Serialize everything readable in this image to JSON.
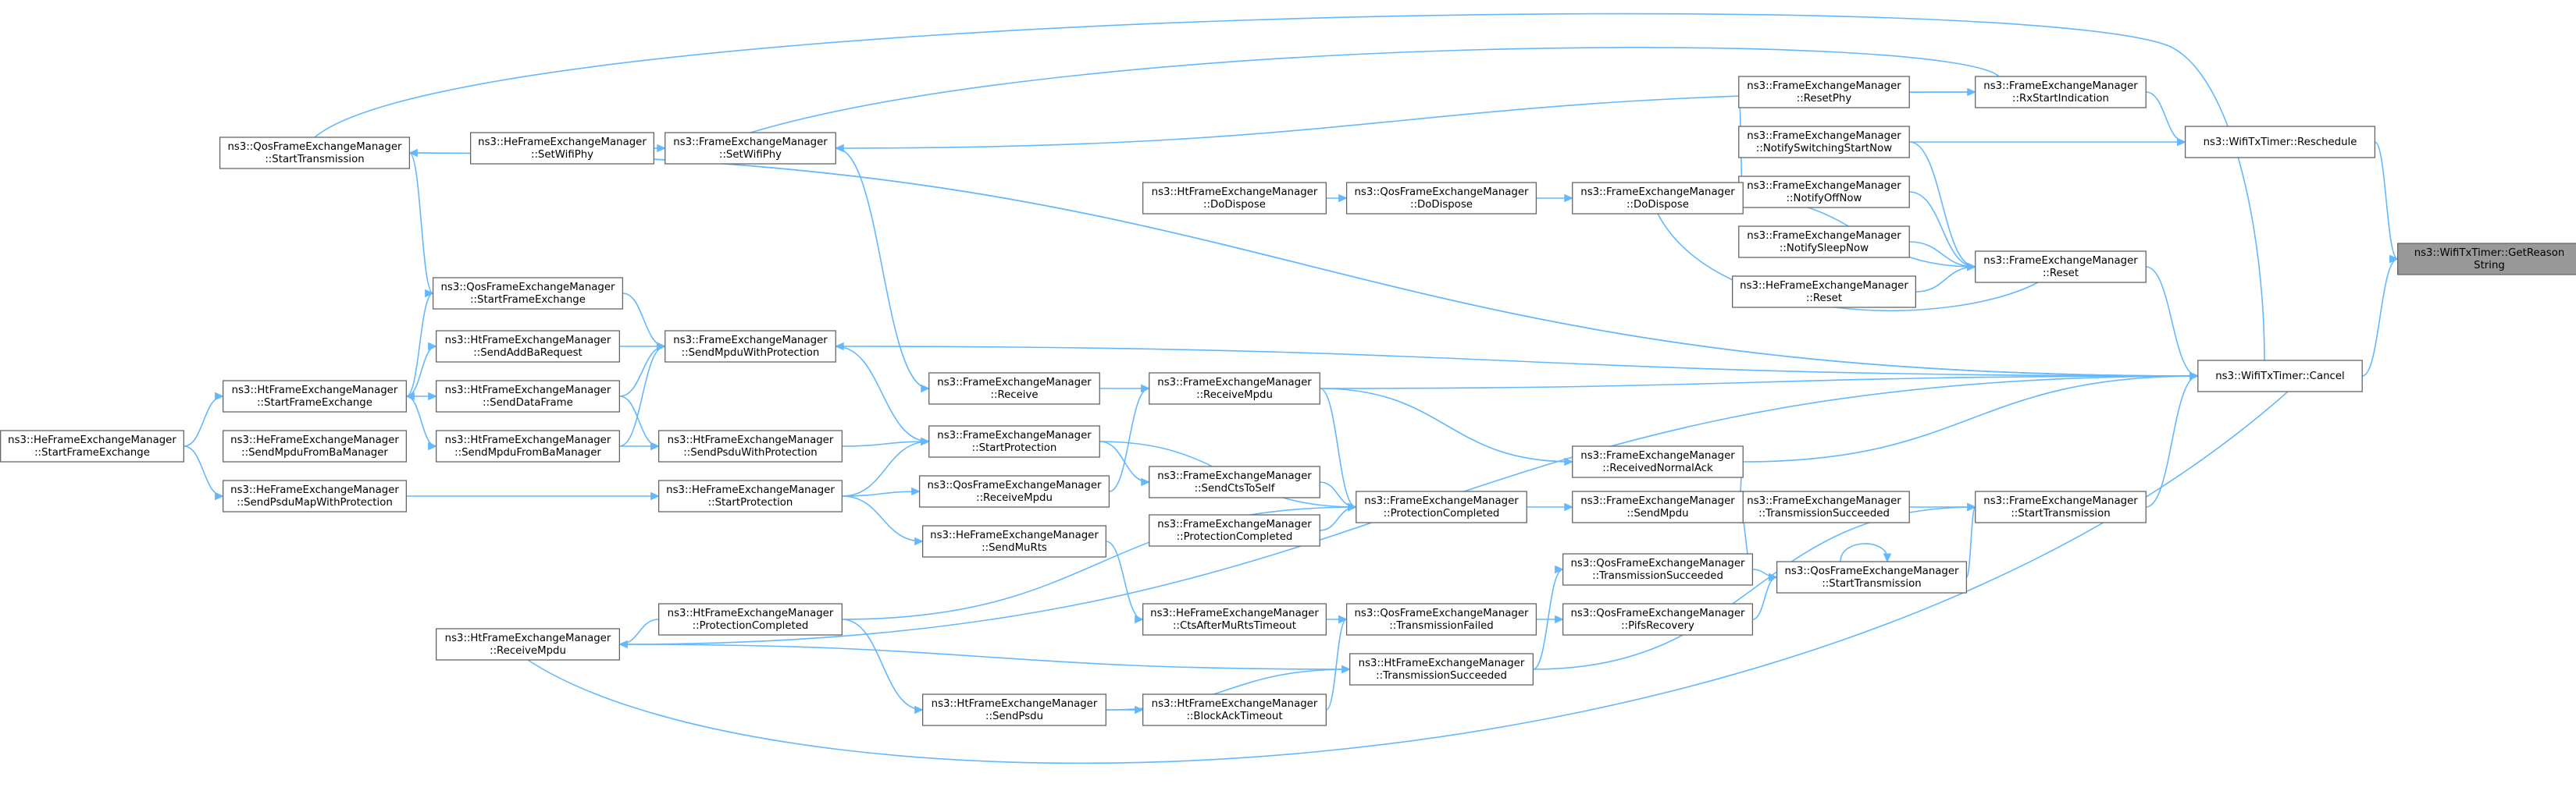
{
  "diagram": {
    "nodes": [
      {
        "id": "root",
        "lines": [
          "ns3::WifiTxTimer::GetReason",
          "String"
        ],
        "root": true
      },
      {
        "id": "reschedule",
        "lines": [
          "ns3::WifiTxTimer::Reschedule"
        ]
      },
      {
        "id": "cancel",
        "lines": [
          "ns3::WifiTxTimer::Cancel"
        ]
      },
      {
        "id": "rxStart",
        "lines": [
          "ns3::FrameExchangeManager",
          "::RxStartIndication"
        ]
      },
      {
        "id": "resetPhy",
        "lines": [
          "ns3::FrameExchangeManager",
          "::ResetPhy"
        ]
      },
      {
        "id": "notifySwitch",
        "lines": [
          "ns3::FrameExchangeManager",
          "::NotifySwitchingStartNow"
        ]
      },
      {
        "id": "notifyOff",
        "lines": [
          "ns3::FrameExchangeManager",
          "::NotifyOffNow"
        ]
      },
      {
        "id": "notifySleep",
        "lines": [
          "ns3::FrameExchangeManager",
          "::NotifySleepNow"
        ]
      },
      {
        "id": "heReset",
        "lines": [
          "ns3::HeFrameExchangeManager",
          "::Reset"
        ]
      },
      {
        "id": "fReset",
        "lines": [
          "ns3::FrameExchangeManager",
          "::Reset"
        ]
      },
      {
        "id": "fDoDispose",
        "lines": [
          "ns3::FrameExchangeManager",
          "::DoDispose"
        ]
      },
      {
        "id": "qDoDispose",
        "lines": [
          "ns3::QosFrameExchangeManager",
          "::DoDispose"
        ]
      },
      {
        "id": "htDoDispose",
        "lines": [
          "ns3::HtFrameExchangeManager",
          "::DoDispose"
        ]
      },
      {
        "id": "fStartTx",
        "lines": [
          "ns3::FrameExchangeManager",
          "::StartTransmission"
        ]
      },
      {
        "id": "fTxSucc",
        "lines": [
          "ns3::FrameExchangeManager",
          "::TransmissionSucceeded"
        ]
      },
      {
        "id": "qStartTx",
        "lines": [
          "ns3::QosFrameExchangeManager",
          "::StartTransmission"
        ]
      },
      {
        "id": "qTxSucc",
        "lines": [
          "ns3::QosFrameExchangeManager",
          "::TransmissionSucceeded"
        ]
      },
      {
        "id": "qPifs",
        "lines": [
          "ns3::QosFrameExchangeManager",
          "::PifsRecovery"
        ]
      },
      {
        "id": "recvAck",
        "lines": [
          "ns3::FrameExchangeManager",
          "::ReceivedNormalAck"
        ]
      },
      {
        "id": "sendMpdu",
        "lines": [
          "ns3::FrameExchangeManager",
          "::SendMpdu"
        ]
      },
      {
        "id": "qTxFail",
        "lines": [
          "ns3::QosFrameExchangeManager",
          "::TransmissionFailed"
        ]
      },
      {
        "id": "htTxSucc",
        "lines": [
          "ns3::HtFrameExchangeManager",
          "::TransmissionSucceeded"
        ]
      },
      {
        "id": "protComp",
        "lines": [
          "ns3::FrameExchangeManager",
          "::ProtectionCompleted"
        ]
      },
      {
        "id": "fRecvMpdu",
        "lines": [
          "ns3::FrameExchangeManager",
          "::ReceiveMpdu"
        ]
      },
      {
        "id": "fReceive",
        "lines": [
          "ns3::FrameExchangeManager",
          "::Receive"
        ]
      },
      {
        "id": "fStartProt",
        "lines": [
          "ns3::FrameExchangeManager",
          "::StartProtection"
        ]
      },
      {
        "id": "sendCts",
        "lines": [
          "ns3::FrameExchangeManager",
          "::SendCtsToSelf"
        ]
      },
      {
        "id": "protComp2",
        "lines": [
          "ns3::FrameExchangeManager",
          "::ProtectionCompleted"
        ]
      },
      {
        "id": "ctsMuRts",
        "lines": [
          "ns3::HeFrameExchangeManager",
          "::CtsAfterMuRtsTimeout"
        ]
      },
      {
        "id": "blockAck",
        "lines": [
          "ns3::HtFrameExchangeManager",
          "::BlockAckTimeout"
        ]
      },
      {
        "id": "qRecvMpdu",
        "lines": [
          "ns3::QosFrameExchangeManager",
          "::ReceiveMpdu"
        ]
      },
      {
        "id": "heMuRts",
        "lines": [
          "ns3::HeFrameExchangeManager",
          "::SendMuRts"
        ]
      },
      {
        "id": "htSendPsdu",
        "lines": [
          "ns3::HtFrameExchangeManager",
          "::SendPsdu"
        ]
      },
      {
        "id": "sendMpduProt",
        "lines": [
          "ns3::FrameExchangeManager",
          "::SendMpduWithProtection"
        ]
      },
      {
        "id": "setWifiPhy",
        "lines": [
          "ns3::FrameExchangeManager",
          "::SetWifiPhy"
        ]
      },
      {
        "id": "heSetWifiPhy",
        "lines": [
          "ns3::HeFrameExchangeManager",
          "::SetWifiPhy"
        ]
      },
      {
        "id": "qStartTx2",
        "lines": [
          "ns3::QosFrameExchangeManager",
          "::StartTransmission"
        ]
      },
      {
        "id": "qStartFe",
        "lines": [
          "ns3::QosFrameExchangeManager",
          "::StartFrameExchange"
        ]
      },
      {
        "id": "htSendAddBa",
        "lines": [
          "ns3::HtFrameExchangeManager",
          "::SendAddBaRequest"
        ]
      },
      {
        "id": "htSendData",
        "lines": [
          "ns3::HtFrameExchangeManager",
          "::SendDataFrame"
        ]
      },
      {
        "id": "htSendMpduBa",
        "lines": [
          "ns3::HtFrameExchangeManager",
          "::SendMpduFromBaManager"
        ]
      },
      {
        "id": "heSendMpduBa",
        "lines": [
          "ns3::HeFrameExchangeManager",
          "::SendMpduFromBaManager"
        ]
      },
      {
        "id": "htSendPsduProt",
        "lines": [
          "ns3::HtFrameExchangeManager",
          "::SendPsduWithProtection"
        ]
      },
      {
        "id": "heStartProt",
        "lines": [
          "ns3::HeFrameExchangeManager",
          "::StartProtection"
        ]
      },
      {
        "id": "heSendPsduMap",
        "lines": [
          "ns3::HeFrameExchangeManager",
          "::SendPsduMapWithProtection"
        ]
      },
      {
        "id": "htStartFe",
        "lines": [
          "ns3::HtFrameExchangeManager",
          "::StartFrameExchange"
        ]
      },
      {
        "id": "heStartFe",
        "lines": [
          "ns3::HeFrameExchangeManager",
          "::StartFrameExchange"
        ]
      },
      {
        "id": "htProtComp",
        "lines": [
          "ns3::HtFrameExchangeManager",
          "::ProtectionCompleted"
        ]
      },
      {
        "id": "htRecvMpdu",
        "lines": [
          "ns3::HtFrameExchangeManager",
          "::ReceiveMpdu"
        ]
      }
    ],
    "edges": [
      [
        "reschedule",
        "root"
      ],
      [
        "cancel",
        "root"
      ],
      [
        "rxStart",
        "reschedule"
      ],
      [
        "notifySwitch",
        "reschedule"
      ],
      [
        "resetPhy",
        "rxStart"
      ],
      [
        "fDoDispose",
        "resetPhy"
      ],
      [
        "notifySwitch",
        "fReset"
      ],
      [
        "notifyOff",
        "fReset"
      ],
      [
        "notifySleep",
        "fReset"
      ],
      [
        "heReset",
        "fReset"
      ],
      [
        "fDoDispose",
        "fReset"
      ],
      [
        "fReset",
        "cancel"
      ],
      [
        "qDoDispose",
        "fDoDispose"
      ],
      [
        "htDoDispose",
        "qDoDispose"
      ],
      [
        "fStartTx",
        "cancel"
      ],
      [
        "recvAck",
        "cancel"
      ],
      [
        "fRecvMpdu",
        "cancel"
      ],
      [
        "htRecvMpdu",
        "cancel"
      ],
      [
        "qStartTx2",
        "cancel"
      ],
      [
        "cancel",
        "sendMpduProt"
      ],
      [
        "fTxSucc",
        "fStartTx"
      ],
      [
        "qStartTx",
        "fStartTx"
      ],
      [
        "htTxSucc",
        "fStartTx"
      ],
      [
        "qStartTx",
        "qStartTx"
      ],
      [
        "qTxSucc",
        "qStartTx"
      ],
      [
        "qPifs",
        "qStartTx"
      ],
      [
        "recvAck",
        "fTxSucc"
      ],
      [
        "sendMpdu",
        "fTxSucc"
      ],
      [
        "qTxSucc",
        "fTxSucc"
      ],
      [
        "qTxFail",
        "qPifs"
      ],
      [
        "htTxSucc",
        "qTxSucc"
      ],
      [
        "fRecvMpdu",
        "recvAck"
      ],
      [
        "protComp",
        "sendMpdu"
      ],
      [
        "fRecvMpdu",
        "protComp"
      ],
      [
        "fStartProt",
        "protComp"
      ],
      [
        "sendCts",
        "protComp"
      ],
      [
        "protComp2",
        "protComp"
      ],
      [
        "htProtComp",
        "protComp"
      ],
      [
        "fReceive",
        "fRecvMpdu"
      ],
      [
        "qRecvMpdu",
        "fRecvMpdu"
      ],
      [
        "setWifiPhy",
        "fReceive"
      ],
      [
        "fStartProt",
        "sendCts"
      ],
      [
        "sendMpduProt",
        "fStartProt"
      ],
      [
        "htSendPsduProt",
        "fStartProt"
      ],
      [
        "heStartProt",
        "fStartProt"
      ],
      [
        "heMuRts",
        "ctsMuRts"
      ],
      [
        "ctsMuRts",
        "qTxFail"
      ],
      [
        "blockAck",
        "qTxFail"
      ],
      [
        "htSendPsdu",
        "blockAck"
      ],
      [
        "htSendPsdu",
        "htTxSucc"
      ],
      [
        "htRecvMpdu",
        "htTxSucc"
      ],
      [
        "heStartProt",
        "heMuRts"
      ],
      [
        "heStartProt",
        "qRecvMpdu"
      ],
      [
        "htProtComp",
        "htSendPsdu"
      ],
      [
        "htProtComp",
        "htRecvMpdu"
      ],
      [
        "qStartFe",
        "sendMpduProt"
      ],
      [
        "htSendAddBa",
        "sendMpduProt"
      ],
      [
        "htSendData",
        "sendMpduProt"
      ],
      [
        "htSendMpduBa",
        "sendMpduProt"
      ],
      [
        "htSendData",
        "htSendPsduProt"
      ],
      [
        "htSendMpduBa",
        "htSendPsduProt"
      ],
      [
        "heSetWifiPhy",
        "setWifiPhy"
      ],
      [
        "rxStart",
        "setWifiPhy"
      ],
      [
        "cancel",
        "qStartTx2"
      ],
      [
        "qStartTx2",
        "qStartFe"
      ],
      [
        "qStartFe",
        "htStartFe"
      ],
      [
        "htStartFe",
        "htSendAddBa"
      ],
      [
        "htStartFe",
        "htSendData"
      ],
      [
        "htStartFe",
        "htSendMpduBa"
      ],
      [
        "heStartFe",
        "htStartFe"
      ],
      [
        "heSendPsduMap",
        "heStartProt"
      ],
      [
        "heStartFe",
        "heSendPsduMap"
      ]
    ]
  }
}
